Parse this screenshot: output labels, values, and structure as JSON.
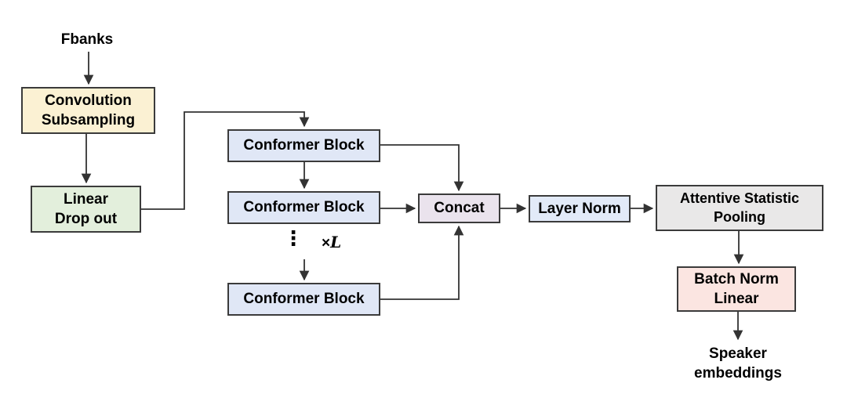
{
  "diagram": {
    "input_label": "Fbanks",
    "output_label": "Speaker\nembeddings",
    "vertical_ellipsis": "⋮",
    "times_symbol": "×",
    "repeat_count": "L",
    "boxes": {
      "convolution_subsampling": "Convolution\nSubsampling",
      "linear_dropout": "Linear\nDrop out",
      "conformer_block_1": "Conformer Block",
      "conformer_block_2": "Conformer Block",
      "conformer_block_3": "Conformer Block",
      "concat": "Concat",
      "layer_norm": "Layer Norm",
      "attentive_statistic_pooling": "Attentive Statistic\nPooling",
      "batch_norm_linear": "Batch Norm\nLinear"
    },
    "palette": {
      "background": "#ffffff",
      "box_border": "#3b3b3b",
      "arrow": "#333333",
      "convolution_subsampling_fill": "#fbf1d3",
      "linear_dropout_fill": "#e3efdc",
      "conformer_block_fill": "#e0e7f6",
      "concat_fill": "#eae3ed",
      "layer_norm_fill": "#e2eaf8",
      "attentive_statistic_pooling_fill": "#e9e8e8",
      "batch_norm_linear_fill": "#fbe5e1",
      "text": "#000000"
    }
  }
}
